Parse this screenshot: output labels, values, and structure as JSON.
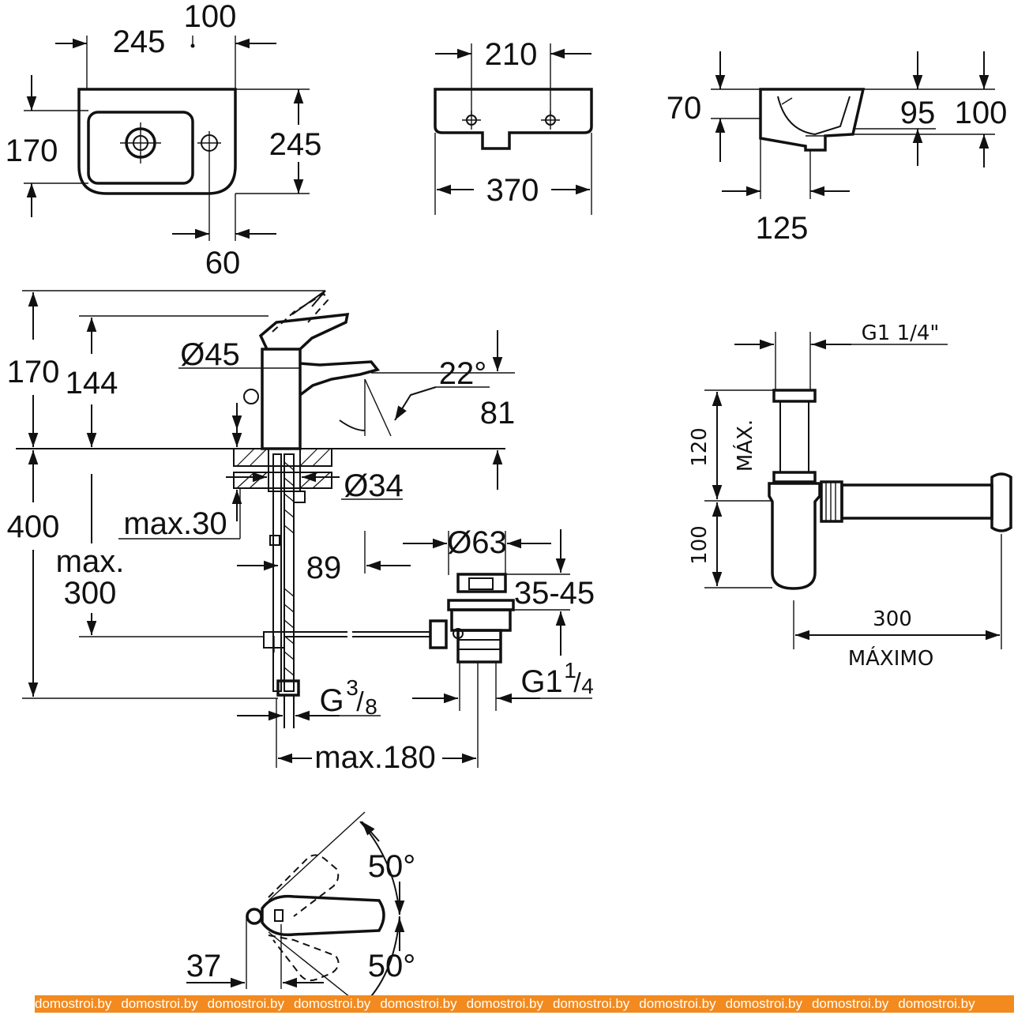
{
  "basin_top_view": {
    "dim_width_left": "245",
    "dim_tap_offset": "100",
    "dim_depth_left": "170",
    "dim_depth_right": "245",
    "dim_waste_offset": "60"
  },
  "basin_front_view": {
    "dim_tap_spacing": "210",
    "dim_total_width": "370"
  },
  "basin_side_view": {
    "dim_height": "70",
    "dim_bowl_depth": "95",
    "dim_total_height": "100",
    "dim_waste_depth": "125"
  },
  "faucet_section": {
    "dim_total_height": "170",
    "dim_body_height": "144",
    "dim_body_diameter": "Ø45",
    "dim_spout_angle": "22°",
    "dim_spout_height": "81",
    "dim_hole_diameter": "Ø34",
    "dim_max_thickness": "max.30",
    "dim_below_deck": "400",
    "dim_max_hose_line1": "max.",
    "dim_max_hose_line2": "300",
    "dim_waste_offset": "89",
    "dim_plug_diameter": "Ø63",
    "dim_plug_height": "35-45",
    "dim_waste_thread_main": "G1",
    "dim_waste_thread_num": "1",
    "dim_waste_thread_den": "4",
    "dim_supply_thread_main": "G",
    "dim_supply_thread_num": "3",
    "dim_supply_thread_den": "8",
    "dim_max_reach": "max.180"
  },
  "siphon": {
    "dim_thread": "G1 1/4\"",
    "dim_upper_height": "120",
    "dim_max_label": "MÁX.",
    "dim_lower_height": "100",
    "dim_length": "300",
    "dim_length_label": "MÁXIMO"
  },
  "lever_top_view": {
    "dim_angle_up": "50°",
    "dim_angle_down": "50°",
    "dim_offset": "37"
  },
  "watermark": {
    "text": "domostroi.by",
    "repeat": 11
  }
}
